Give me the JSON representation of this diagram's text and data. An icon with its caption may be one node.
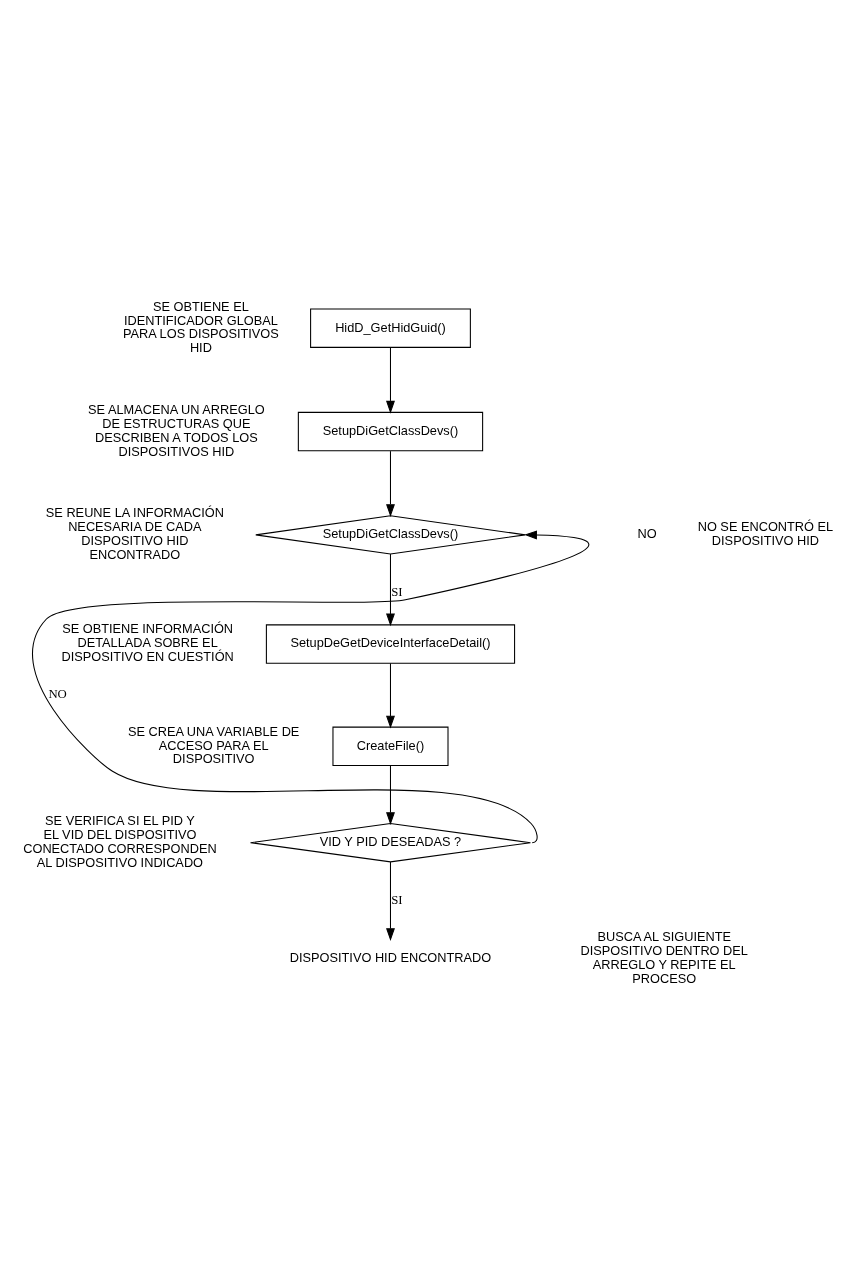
{
  "diagram": {
    "nodes": [
      {
        "text": [
          "HidD_GetHidGuid()"
        ],
        "beside": [
          "SE OBTIENE EL IDENTIFICADOR GLOBAL PARA LOS DISPOSITIVOS HID"
        ]
      },
      {
        "text": [
          "SetupDiGetClassDevs()"
        ],
        "beside": [
          "SE ALMACENA UN ARREGLO DE ESTRUCTURAS QUE DESCRIBEN A TODOS LOS DISPOSITIVOS HID"
        ]
      },
      {
        "text": [
          "SetupDiGetClassDevs()"
        ],
        "beside": [
          "SE REUNE LA INFORMACIÓN NECESARIA DE CADA DISPOSITIVO HID ENCONTRADO"
        ]
      },
      {
        "text": [
          "SetupDeGetDeviceInterfaceDetail()"
        ],
        "beside": [
          "SE OBTIENE INFORMACIÓN DETALLADA SOBRE EL DISPOSITIVO EN CUESTIÓN"
        ]
      },
      {
        "text": [
          "CreateFile()"
        ],
        "beside": [
          "SE CREA UNA VARIABLE DE ACCESO PARA EL DISPOSITIVO"
        ]
      },
      {
        "text": [
          "VID Y PID DESEADAS ?"
        ],
        "beside": [
          "SE VERIFICA SI EL PID Y EL VID DEL DISPOSITIVO CONECTADO CORRESPONDEN AL DISPOSITIVO INDICADO"
        ]
      },
      {
        "text": [
          "DISPOSITIVO HID ENCONTRADO"
        ]
      }
    ],
    "edges": [
      {
        "from": 0,
        "to": 1,
        "arrow": "to"
      },
      {
        "from": 1,
        "to": 2,
        "arrow": "to"
      },
      {
        "from": 2,
        "to": 3,
        "arrow": "to",
        "label": "SI"
      },
      {
        "from": 3,
        "to": 4,
        "arrow": "to"
      },
      {
        "from": 4,
        "to": 5,
        "arrow": "to"
      },
      {
        "from": 5,
        "to": 6,
        "arrow": "to",
        "label": "SI"
      },
      {
        "from": 5,
        "to": 2,
        "arrow": "to",
        "label": "NO"
      }
    ],
    "labels": [
      "NO",
      "NO SE ENCONTRÓ EL DISPOSITIVO HID",
      "BUSCA AL SIGUIENTE DISPOSITIVO DENTRO DEL ARREGLO Y REPITE EL PROCESO"
    ]
  }
}
